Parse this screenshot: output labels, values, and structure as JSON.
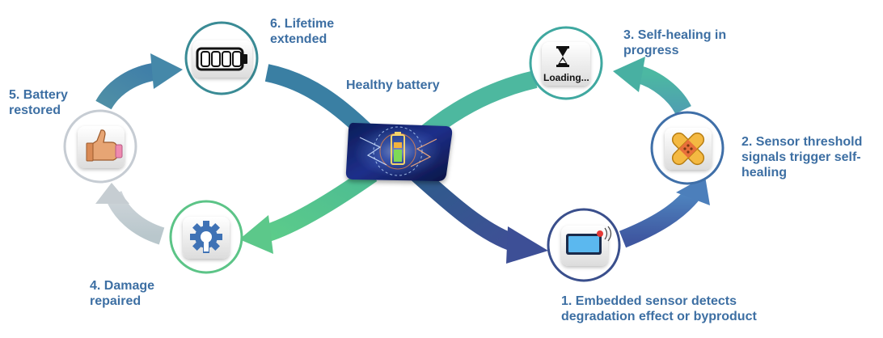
{
  "center": {
    "label": "Healthy battery"
  },
  "steps": [
    {
      "label_lines": [
        "1. Embedded sensor detects",
        "degradation effect or byproduct"
      ],
      "icon": "tablet-sensor-icon",
      "ring_color": "#3a4f8c"
    },
    {
      "label_lines": [
        "2. Sensor threshold",
        "signals trigger self-",
        "healing"
      ],
      "icon": "bandage-icon",
      "ring_color": "#3f6fa8"
    },
    {
      "label_lines": [
        "3. Self-healing in",
        "progress"
      ],
      "icon": "hourglass-icon",
      "loading_text": "Loading...",
      "ring_color": "#3fa8a0"
    },
    {
      "label_lines": [
        "4. Damage",
        "repaired"
      ],
      "icon": "gear-icon",
      "ring_color": "#5cc487"
    },
    {
      "label_lines": [
        "5. Battery",
        "restored"
      ],
      "icon": "thumbs-up-icon",
      "ring_color": "#c6ccd3"
    },
    {
      "label_lines": [
        "6. Lifetime",
        "extended"
      ],
      "icon": "battery-full-icon",
      "ring_color": "#3a8b95"
    }
  ],
  "colors": {
    "label_text": "#3d6fa3",
    "arrow_navy": "#3d5a99",
    "arrow_blue": "#4a7fb5",
    "arrow_teal": "#49b1a1",
    "arrow_green": "#56c48e",
    "arrow_grey": "#c2cad1"
  }
}
